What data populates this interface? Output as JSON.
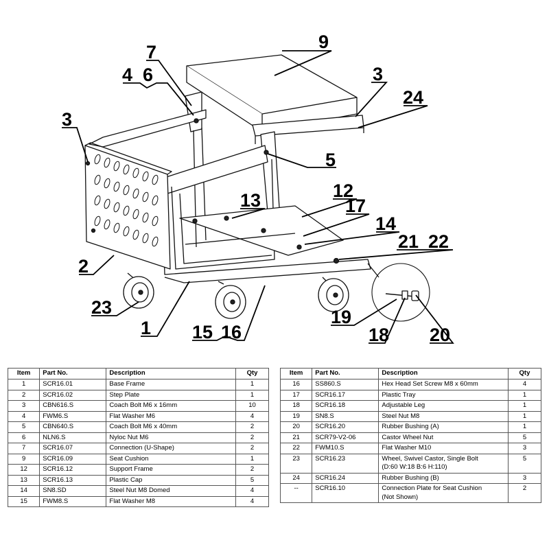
{
  "callouts": [
    "7",
    "4",
    "6",
    "9",
    "3",
    "24",
    "3",
    "5",
    "12",
    "13",
    "17",
    "14",
    "21",
    "22",
    "2",
    "23",
    "1",
    "15",
    "16",
    "19",
    "18",
    "20"
  ],
  "table_headers": {
    "item": "Item",
    "part": "Part No.",
    "desc": "Description",
    "qty": "Qty"
  },
  "parts_left": [
    {
      "item": "1",
      "part": "SCR16.01",
      "desc": "Base Frame",
      "qty": "1"
    },
    {
      "item": "2",
      "part": "SCR16.02",
      "desc": "Step Plate",
      "qty": "1"
    },
    {
      "item": "3",
      "part": "CBN616.S",
      "desc": "Coach Bolt M6 x 16mm",
      "qty": "10"
    },
    {
      "item": "4",
      "part": "FWM6.S",
      "desc": "Flat Washer M6",
      "qty": "4"
    },
    {
      "item": "5",
      "part": "CBN640.S",
      "desc": "Coach Bolt M6 x 40mm",
      "qty": "2"
    },
    {
      "item": "6",
      "part": "NLN6.S",
      "desc": "Nyloc Nut M6",
      "qty": "2"
    },
    {
      "item": "7",
      "part": "SCR16.07",
      "desc": "Connection (U-Shape)",
      "qty": "2"
    },
    {
      "item": "9",
      "part": "SCR16.09",
      "desc": "Seat Cushion",
      "qty": "1"
    },
    {
      "item": "12",
      "part": "SCR16.12",
      "desc": "Support Frame",
      "qty": "2"
    },
    {
      "item": "13",
      "part": "SCR16.13",
      "desc": "Plastic Cap",
      "qty": "5"
    },
    {
      "item": "14",
      "part": "SN8.SD",
      "desc": "Steel Nut M8 Domed",
      "qty": "4"
    },
    {
      "item": "15",
      "part": "FWM8.S",
      "desc": "Flat Washer M8",
      "qty": "4"
    }
  ],
  "parts_right": [
    {
      "item": "16",
      "part": "SS860.S",
      "desc": "Hex Head Set Screw M8 x 60mm",
      "qty": "4"
    },
    {
      "item": "17",
      "part": "SCR16.17",
      "desc": "Plastic Tray",
      "qty": "1"
    },
    {
      "item": "18",
      "part": "SCR16.18",
      "desc": "Adjustable Leg",
      "qty": "1"
    },
    {
      "item": "19",
      "part": "SN8.S",
      "desc": "Steel Nut M8",
      "qty": "1"
    },
    {
      "item": "20",
      "part": "SCR16.20",
      "desc": "Rubber Bushing (A)",
      "qty": "1"
    },
    {
      "item": "21",
      "part": "SCR79-V2-06",
      "desc": "Castor Wheel Nut",
      "qty": "5"
    },
    {
      "item": "22",
      "part": "FWM10.S",
      "desc": "Flat Washer M10",
      "qty": "3"
    },
    {
      "item": "23",
      "part": "SCR16.23",
      "desc": "Wheel, Swivel Castor, Single Bolt",
      "desc2": "(D:60 W:18 B:6 H:110)",
      "qty": "5"
    },
    {
      "item": "24",
      "part": "SCR16.24",
      "desc": "Rubber Bushing (B)",
      "qty": "3"
    },
    {
      "item": "--",
      "part": "SCR16.10",
      "desc": "Connection Plate for Seat Cushion",
      "desc2": "(Not Shown)",
      "qty": "2"
    }
  ]
}
